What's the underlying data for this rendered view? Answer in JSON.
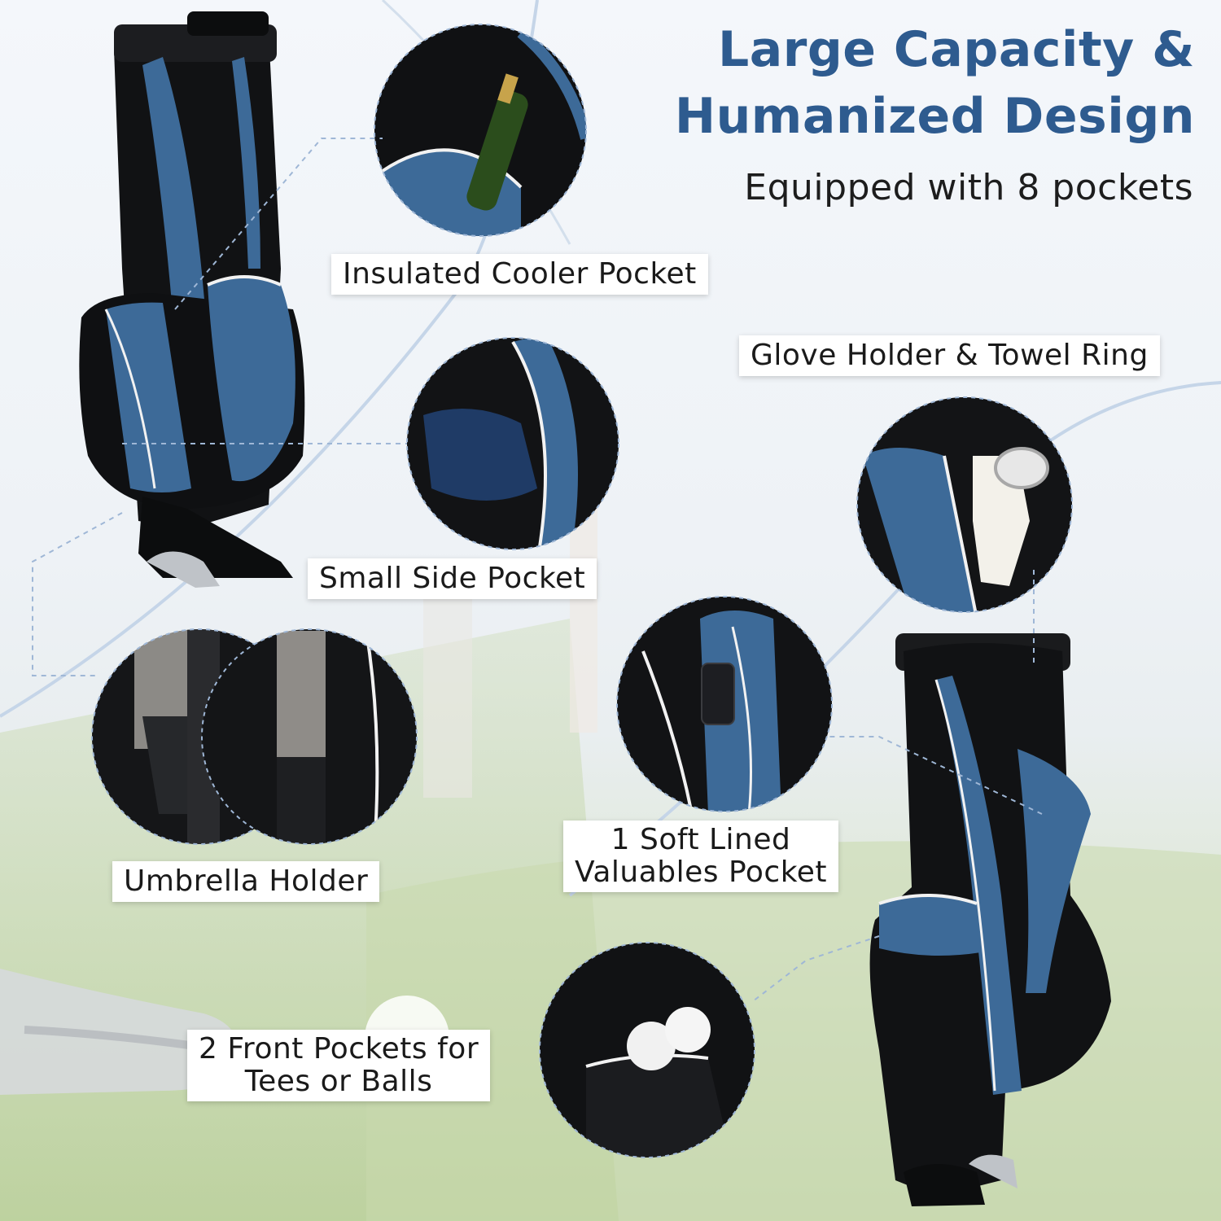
{
  "headline": {
    "line1": "Large Capacity &",
    "line2": "Humanized Design",
    "subtitle": "Equipped with 8 pockets"
  },
  "labels": {
    "cooler": "Insulated Cooler Pocket",
    "glove": "Glove Holder & Towel Ring",
    "side": "Small Side Pocket",
    "umbrella": "Umbrella Holder",
    "valuables_line1": "1 Soft Lined",
    "valuables_line2": "Valuables Pocket",
    "front_line1": "2 Front Pockets for",
    "front_line2": "Tees or Balls"
  },
  "colors": {
    "accent_blue": "#2e5b8f",
    "bag_blue": "#3d6a98",
    "bag_black": "#111214"
  }
}
